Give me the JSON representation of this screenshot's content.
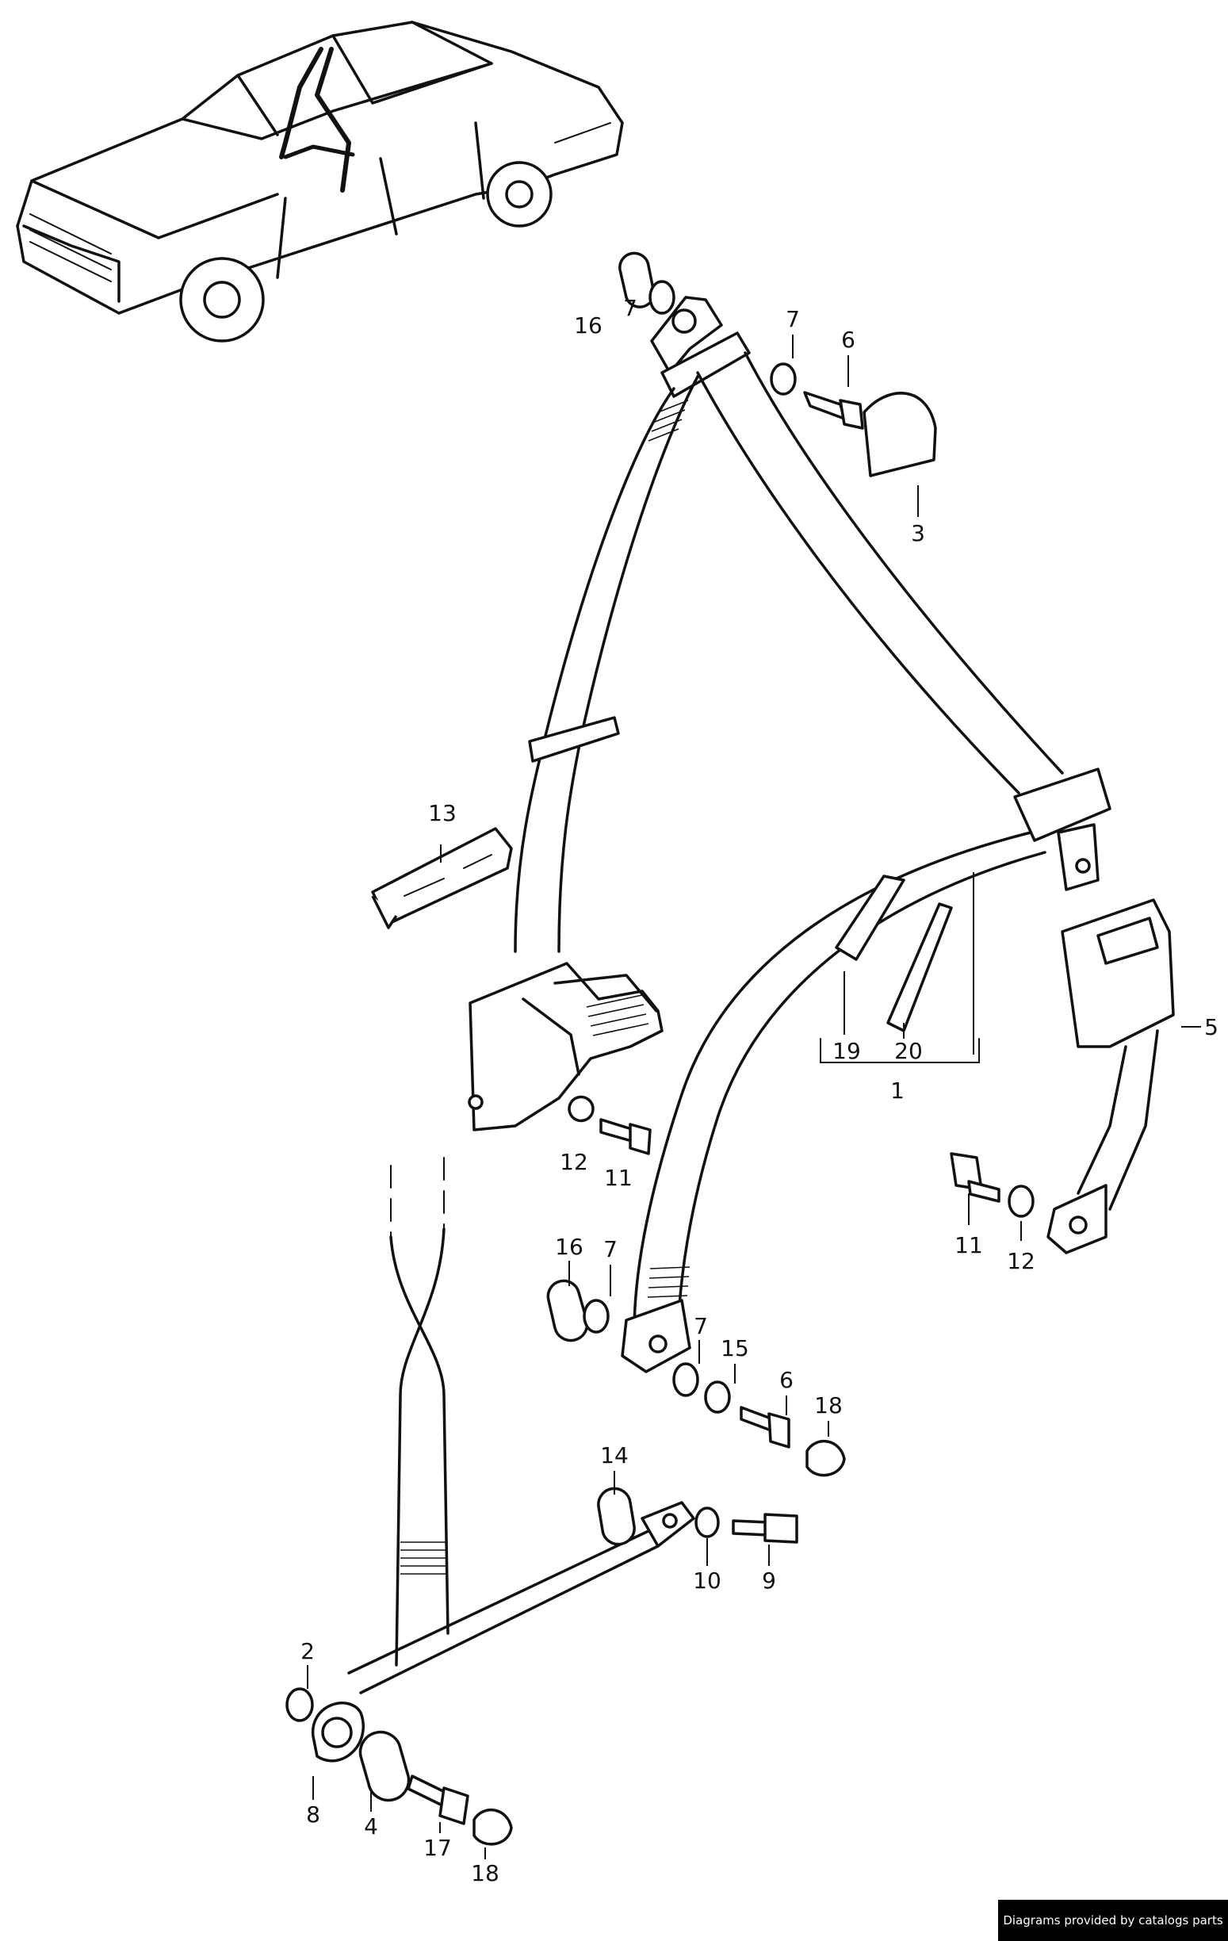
{
  "callouts": {
    "c1": "1",
    "c2": "2",
    "c3": "3",
    "c4": "4",
    "c5": "5",
    "c6a": "6",
    "c6b": "6",
    "c7a": "7",
    "c7b": "7",
    "c7c": "7",
    "c7d": "7",
    "c8": "8",
    "c9": "9",
    "c10": "10",
    "c11a": "11",
    "c11b": "11",
    "c12a": "12",
    "c12b": "12",
    "c13": "13",
    "c14": "14",
    "c15": "15",
    "c16a": "16",
    "c16b": "16",
    "c17": "17",
    "c18a": "18",
    "c18b": "18",
    "c19": "19",
    "c20": "20"
  },
  "credit": "Diagrams provided by catalogs parts"
}
